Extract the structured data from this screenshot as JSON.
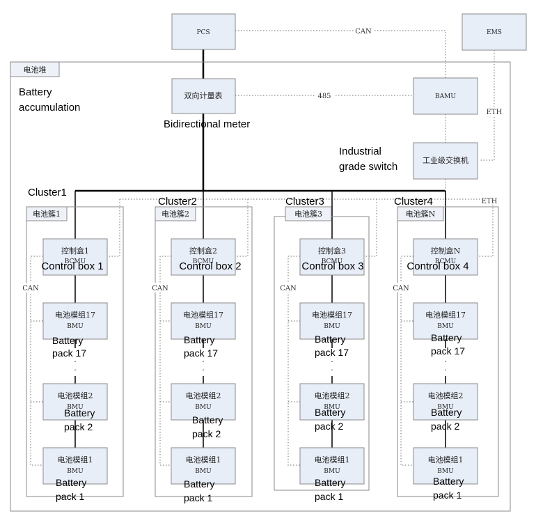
{
  "top": {
    "pcs": "PCS",
    "ems": "EMS",
    "can_label": "CAN",
    "stack_tab": "电池堆",
    "stack_en": [
      "Battery",
      "accumulation"
    ],
    "meter": "双向计量表",
    "meter_en": "Bidirectional meter",
    "link_485": "485",
    "bamu": "BAMU",
    "eth_label": "ETH",
    "switch": "工业级交换机",
    "switch_en": [
      "Industrial",
      "grade switch"
    ],
    "eth2_label": "ETH"
  },
  "clusters": [
    {
      "en": "Cluster1",
      "tab": "电池簇1",
      "ctrl": "控制盒1",
      "ctrl_sub": "BCMU",
      "ctrl_en": "Control box 1",
      "can": "CAN",
      "m17": "电池模组17",
      "m17_sub": "BMU",
      "m17_en": [
        "Battery",
        "pack 17"
      ],
      "m2": "电池模组2",
      "m2_sub": "BMU",
      "m2_en": [
        "Battery",
        "pack  2"
      ],
      "m1": "电池模组1",
      "m1_sub": "BMU",
      "m1_en": [
        "Battery",
        "pack  1"
      ]
    },
    {
      "en": "Cluster2",
      "tab": "电池簇2",
      "ctrl": "控制盒2",
      "ctrl_sub": "BCMU",
      "ctrl_en": "Control box 2",
      "can": "CAN",
      "m17": "电池模组17",
      "m17_sub": "BMU",
      "m17_en": [
        "Battery",
        "pack 17"
      ],
      "m2": "电池模组2",
      "m2_sub": "BMU",
      "m2_en": [
        "Battery",
        "pack 2"
      ],
      "m1": "电池模组1",
      "m1_sub": "BMU",
      "m1_en": [
        "Battery",
        "pack  1"
      ]
    },
    {
      "en": "Cluster3",
      "tab": "电池簇3",
      "ctrl": "控制盒3",
      "ctrl_sub": "BCMU",
      "ctrl_en": "Control box 3",
      "can": "CAN",
      "m17": "电池模组17",
      "m17_sub": "BMU",
      "m17_en": [
        "Battery",
        "pack 17"
      ],
      "m2": "电池模组2",
      "m2_sub": "BMU",
      "m2_en": [
        "Battery",
        "pack 2"
      ],
      "m1": "电池模组1",
      "m1_sub": "BMU",
      "m1_en": [
        "Battery",
        "pack  1"
      ]
    },
    {
      "en": "Cluster4",
      "tab": "电池簇N",
      "ctrl": "控制盒N",
      "ctrl_sub": "BCMU",
      "ctrl_en": "Control box 4",
      "can": "CAN",
      "m17": "电池模组17",
      "m17_sub": "BMU",
      "m17_en": [
        "Battery",
        "pack 17"
      ],
      "m2": "电池模组2",
      "m2_sub": "BMU",
      "m2_en": [
        "Battery",
        "pack 2"
      ],
      "m1": "电池模组1",
      "m1_sub": "BMU",
      "m1_en": [
        "Battery",
        "pack  1"
      ]
    }
  ]
}
